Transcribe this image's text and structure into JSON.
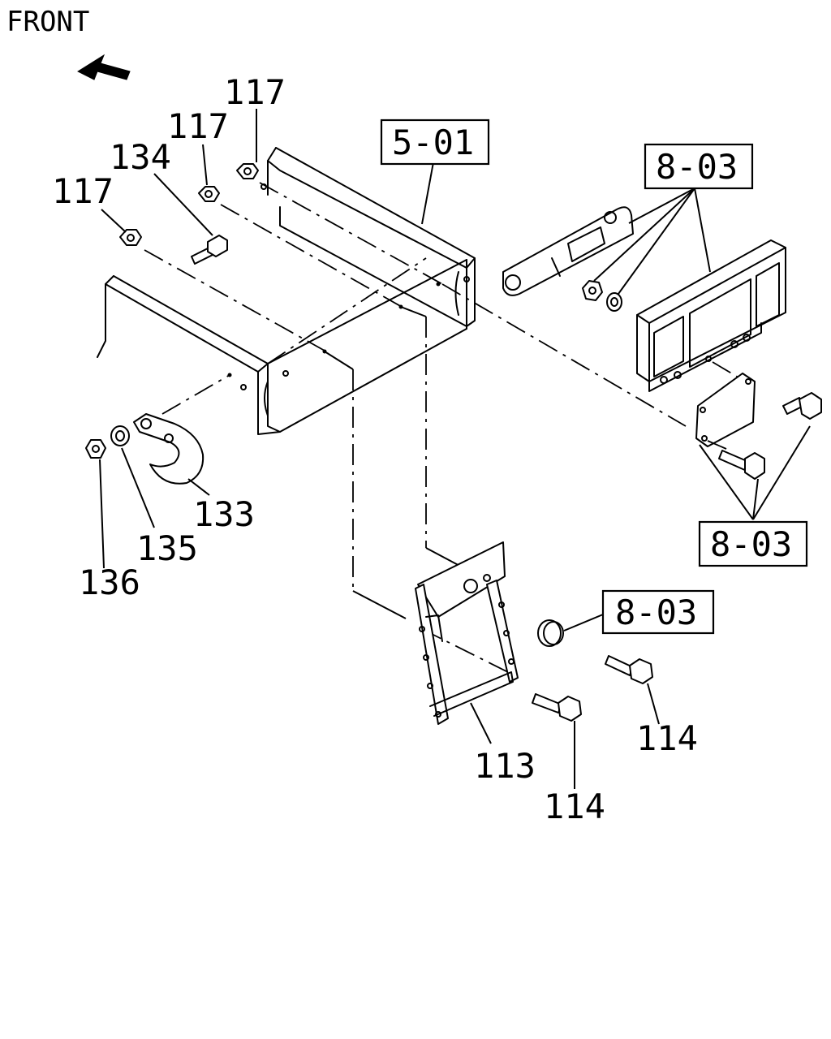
{
  "front_label": "FRONT",
  "colors": {
    "ink": "#000000",
    "paper": "#ffffff"
  },
  "callouts": {
    "n117_top": "117",
    "n117_mid": "117",
    "n117_left": "117",
    "n134": "134",
    "n133": "133",
    "n135": "135",
    "n136": "136",
    "n113": "113",
    "n114_a": "114",
    "n114_b": "114"
  },
  "reference_boxes": {
    "frame": "5-01",
    "lamp_upper": "8-03",
    "lamp_bracket": "8-03",
    "grommet": "8-03"
  }
}
